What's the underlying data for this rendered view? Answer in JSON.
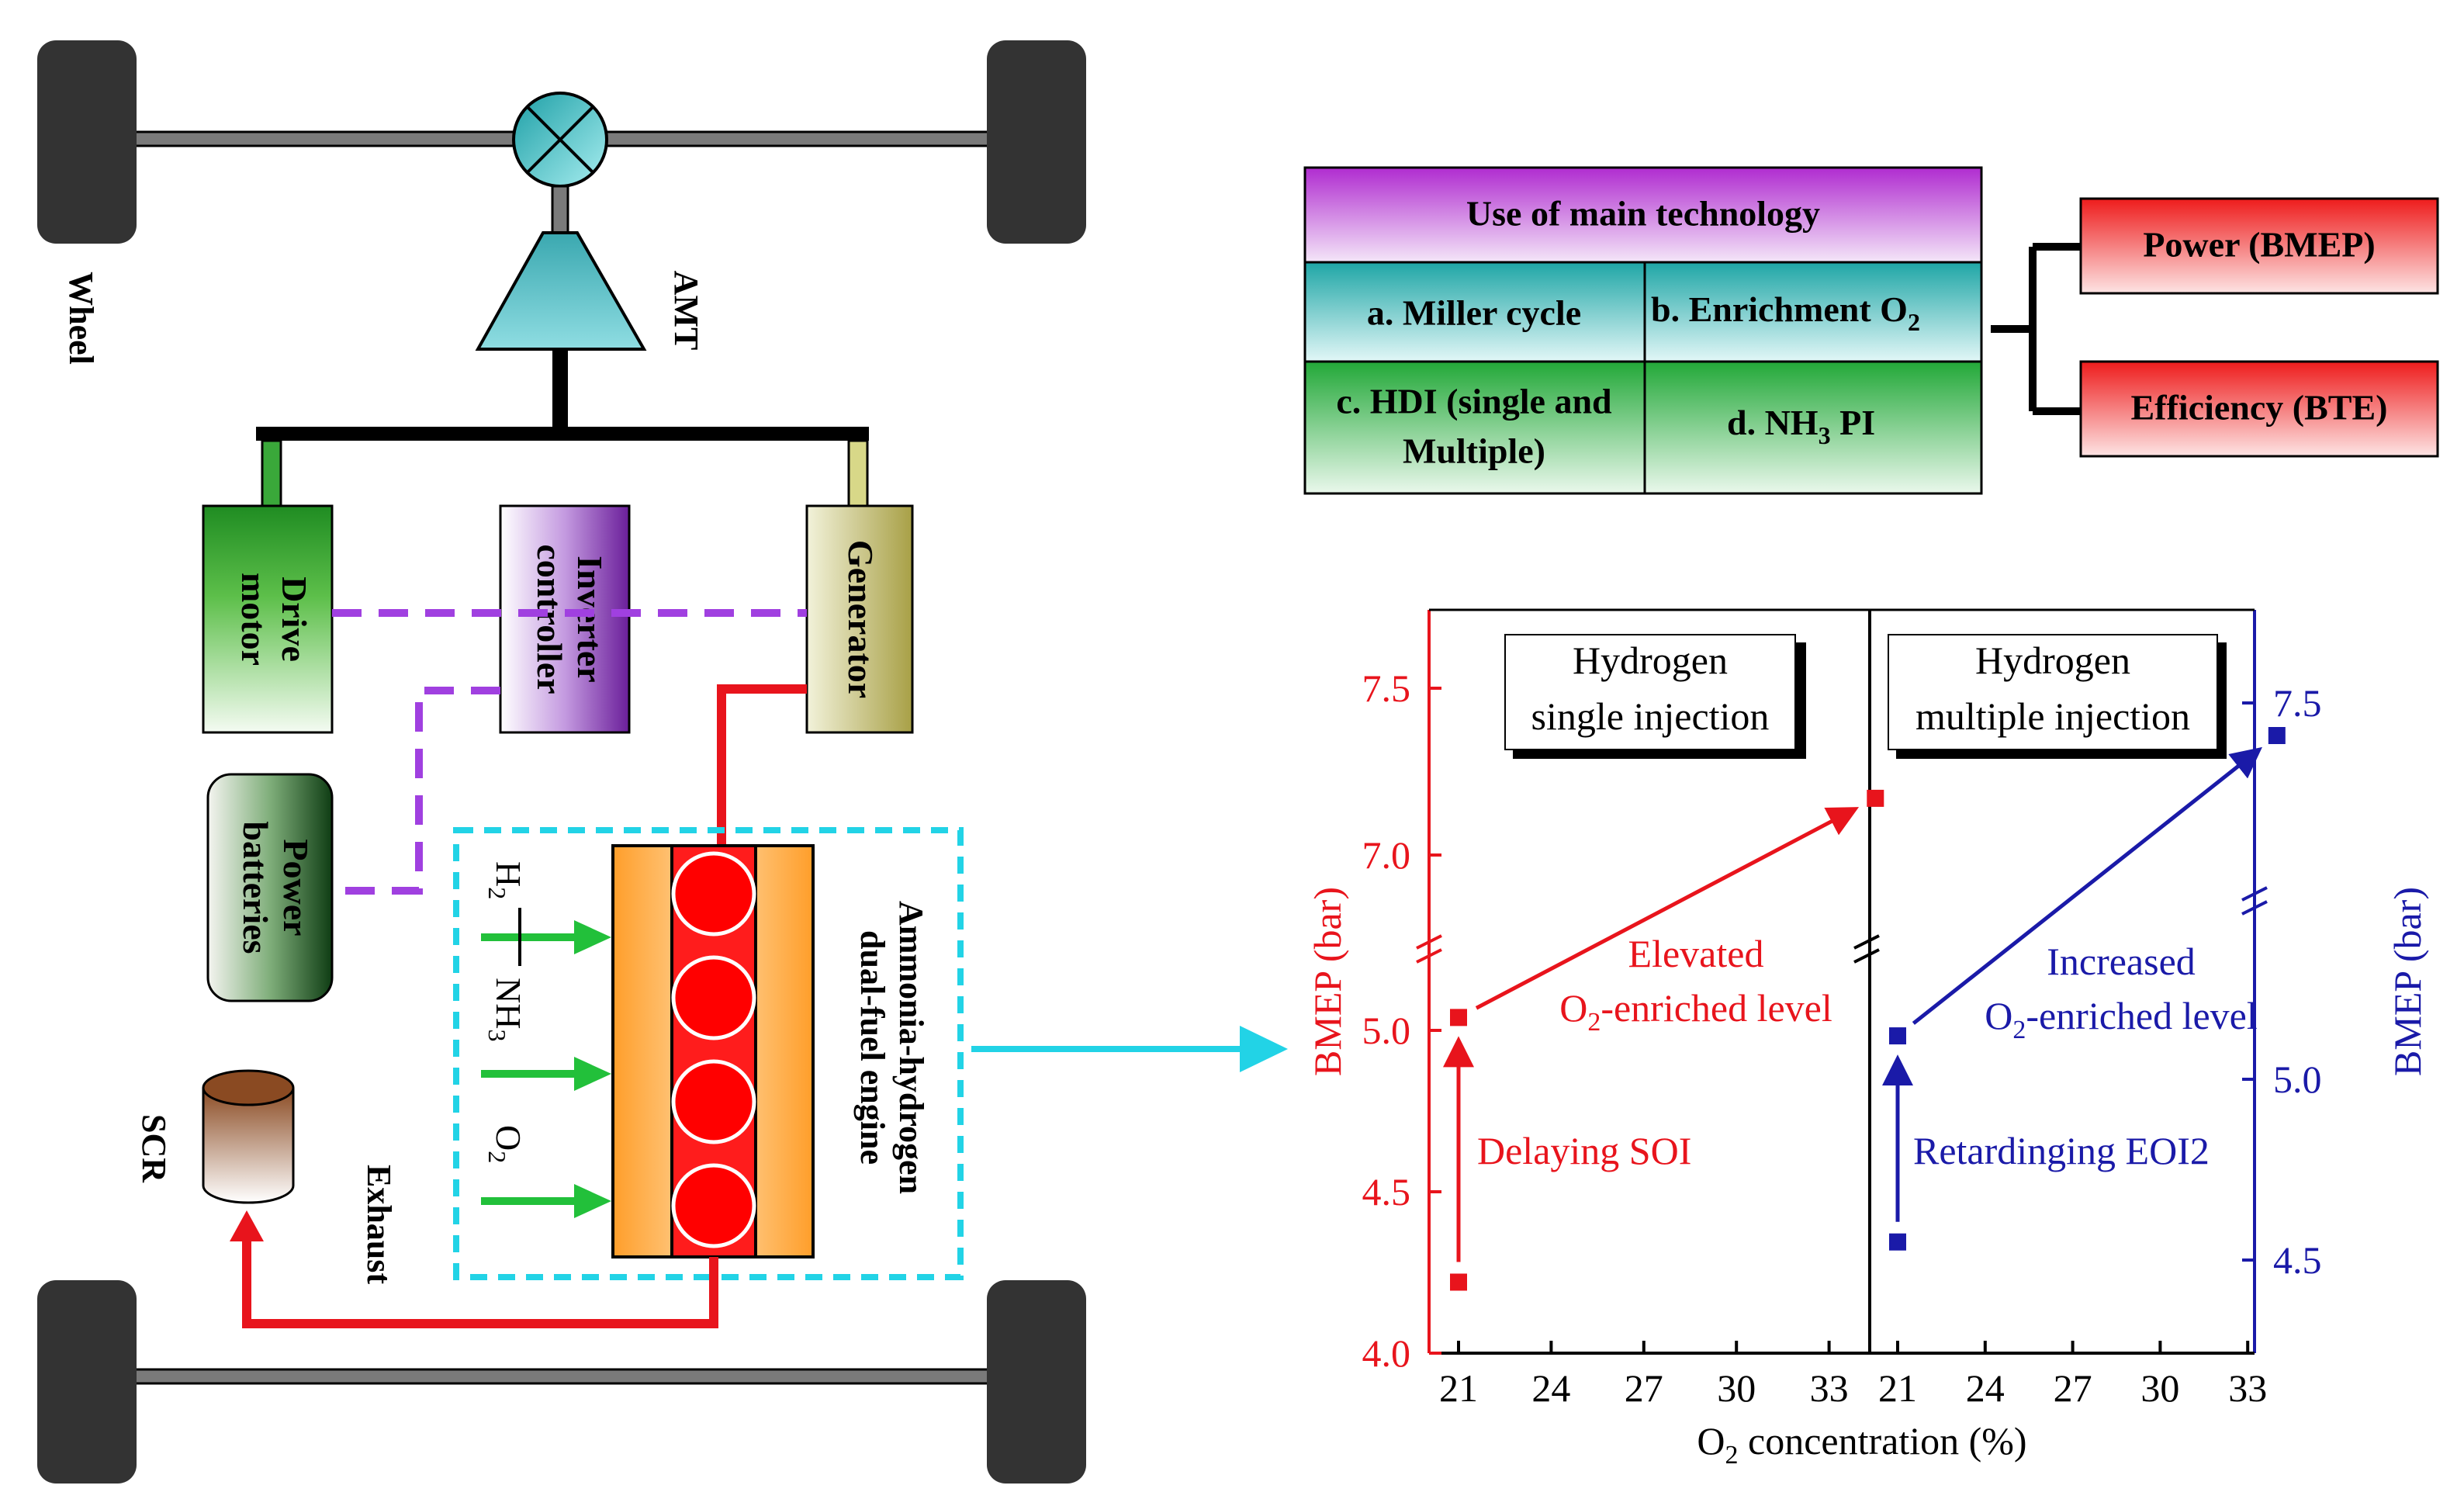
{
  "vehicle": {
    "wheel_label": "Wheel",
    "amt_label": "AMT",
    "drive_motor": [
      "Drive",
      "motor"
    ],
    "inverter_controller": [
      "Inverter",
      "controller"
    ],
    "generator": "Generator",
    "power_batteries": [
      "Power",
      "batteries"
    ],
    "engine_label": [
      "Ammonia-hydrogen",
      "dual-fuel engine"
    ],
    "inputs": {
      "h2": "H",
      "h2_sub": "2",
      "nh3": "NH",
      "nh3_sub": "3",
      "o2": "O",
      "o2_sub": "2"
    },
    "scr_label": "SCR",
    "exhaust_label": "Exhaust"
  },
  "technology_table": {
    "header": "Use of main technology",
    "cells": {
      "a": "a. Miller cycle",
      "b": "b. Enrichment O",
      "b_sub": "2",
      "c_line1": "c. HDI (single and",
      "c_line2": "Multiple)",
      "d": "d. NH",
      "d_sub": "3",
      "d_suffix": " PI"
    },
    "outcomes": {
      "power": "Power (BMEP)",
      "efficiency": "Efficiency (BTE)"
    }
  },
  "colors": {
    "red": "#e8141c",
    "blue": "#1a1aa8",
    "cyan": "#22d3e6",
    "purple": "#a040e0",
    "green": "#22c03a"
  },
  "chart_data": {
    "type": "scatter",
    "xlabel": "O",
    "xlabel_sub": "2",
    "xlabel_suffix": " concentration (%)",
    "x_ticks": [
      "21",
      "24",
      "27",
      "30",
      "33"
    ],
    "panels": [
      {
        "name": "Hydrogen single injection",
        "box_line1": "Hydrogen",
        "box_line2": "single injection",
        "axis": "left",
        "ylabel": "BMEP (bar)",
        "color": "#e8141c",
        "y_ticks": [
          "4.0",
          "4.5",
          "5.0",
          "7.0",
          "7.5"
        ],
        "ylim_lower": [
          4.0,
          5.25
        ],
        "ylim_upper": [
          6.85,
          7.75
        ],
        "points": [
          {
            "x": 21,
            "y": 4.22
          },
          {
            "x": 21,
            "y": 5.04
          },
          {
            "x": 34.5,
            "y": 7.17
          }
        ],
        "annotations": {
          "delay": "Delaying SOI",
          "elevated_line1": "Elevated",
          "elevated_line2_a": "O",
          "elevated_line2_sub": "2",
          "elevated_line2_b": "-enriched level"
        }
      },
      {
        "name": "Hydrogen multiple injection",
        "box_line1": "Hydrogen",
        "box_line2": "multiple injection",
        "axis": "right",
        "ylabel": "BMEP (bar)",
        "color": "#1a1aa8",
        "y_ticks": [
          "4.5",
          "5.0",
          "7.5"
        ],
        "ylim_lower": [
          4.2,
          5.55
        ],
        "ylim_upper": [
          7.3,
          7.7
        ],
        "points": [
          {
            "x": 21,
            "y": 4.55
          },
          {
            "x": 21,
            "y": 5.12
          },
          {
            "x": 34,
            "y": 7.4
          }
        ],
        "annotations": {
          "retard": "Retardinging EOI2",
          "increased_line1": "Increased",
          "increased_line2_a": "O",
          "increased_line2_sub": "2",
          "increased_line2_b": "-enriched level"
        }
      }
    ]
  }
}
